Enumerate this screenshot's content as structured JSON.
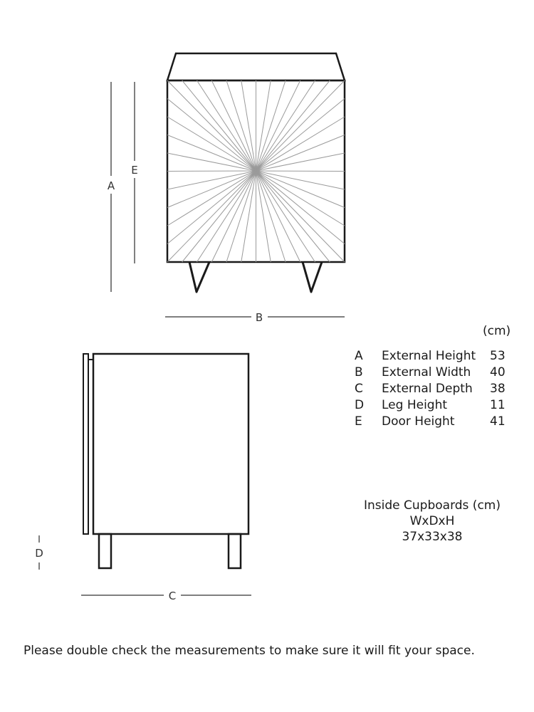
{
  "dimension_letters": {
    "a": "A",
    "b": "B",
    "c": "C",
    "d": "D",
    "e": "E"
  },
  "unit_label": "(cm)",
  "measurements": [
    {
      "key": "A",
      "name": "External Height",
      "value": "53"
    },
    {
      "key": "B",
      "name": "External Width",
      "value": "40"
    },
    {
      "key": "C",
      "name": "External Depth",
      "value": "38"
    },
    {
      "key": "D",
      "name": "Leg Height",
      "value": "11"
    },
    {
      "key": "E",
      "name": "Door Height",
      "value": "41"
    }
  ],
  "inside": {
    "title": "Inside Cupboards (cm)",
    "format": "WxDxH",
    "dims": "37x33x38"
  },
  "note": "Please double check the measurements to make sure it will fit your space.",
  "colors": {
    "line": "#1a1a1a",
    "rays": "#9a9a9a",
    "dim_line": "#555555"
  }
}
